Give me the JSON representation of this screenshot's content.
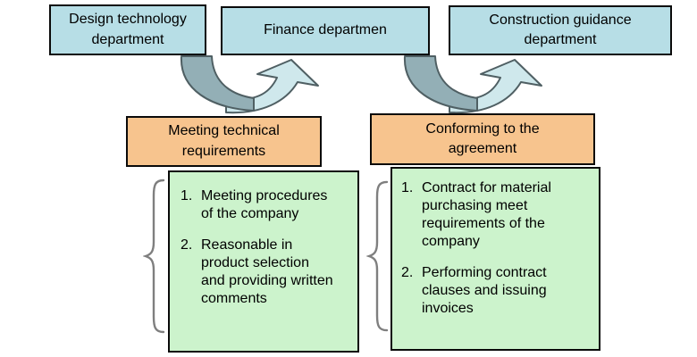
{
  "departments": [
    {
      "label": "Design technology\ndepartment"
    },
    {
      "label": "Finance departmen"
    },
    {
      "label": "Construction guidance\ndepartment"
    }
  ],
  "criteria": [
    {
      "label": "Meeting technical\nrequirements"
    },
    {
      "label": "Conforming to the\nagreement"
    }
  ],
  "detail_lists": [
    {
      "items": [
        {
          "num": "1.",
          "text": "Meeting procedures\nof the company"
        },
        {
          "num": "2.",
          "text": "Reasonable in\nproduct selection\nand providing written\ncomments"
        }
      ]
    },
    {
      "items": [
        {
          "num": "1.",
          "text": "Contract for material\npurchasing meet\nrequirements of the\ncompany"
        },
        {
          "num": "2.",
          "text": "Performing contract\nclauses and issuing\ninvoices"
        }
      ]
    }
  ],
  "icons": {
    "arrow": "curved-up-arrow",
    "brace": "left-curly-brace"
  },
  "colors": {
    "department_fill": "#b7dee6",
    "criteria_fill": "#f7c48e",
    "detail_fill": "#ccf3cc",
    "arrow_dark": "#93afb6",
    "arrow_light": "#cfe8ec",
    "arrow_outline": "#4f5f63",
    "brace_stroke": "#7f7f7f",
    "box_border": "#0a0a0a",
    "background": "#ffffff"
  }
}
